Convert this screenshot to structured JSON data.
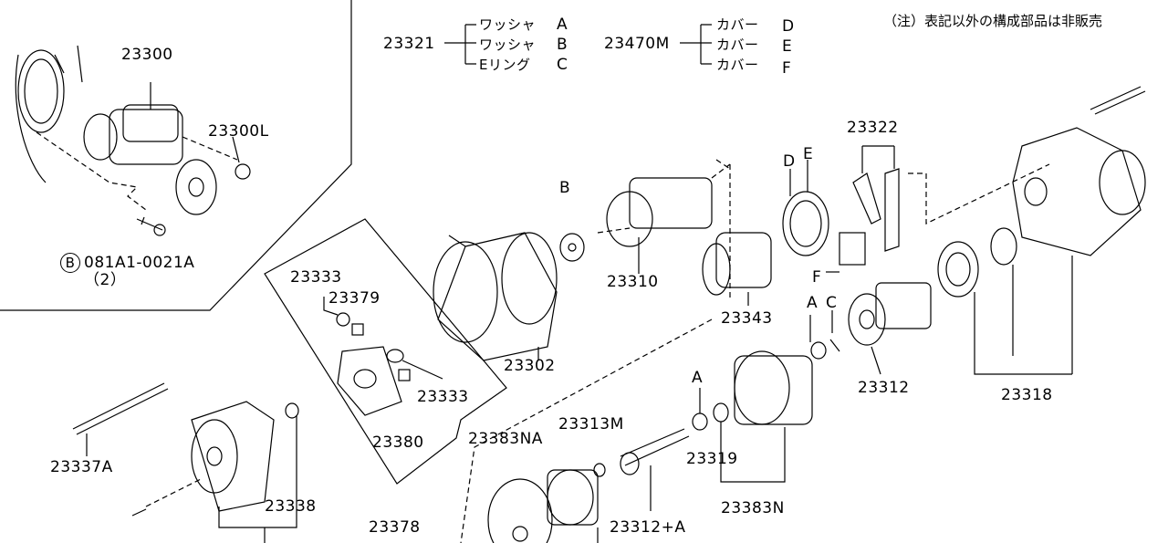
{
  "note": "（注）表記以外の構成部品は非販売",
  "legend_23321": {
    "part": "23321",
    "items": [
      {
        "name": "ワッシャ",
        "key": "A"
      },
      {
        "name": "ワッシャ",
        "key": "B"
      },
      {
        "name": "Eリング",
        "key": "C"
      }
    ]
  },
  "legend_23470M": {
    "part": "23470M",
    "items": [
      {
        "name": "カバー",
        "key": "D"
      },
      {
        "name": "カバー",
        "key": "E"
      },
      {
        "name": "カバー",
        "key": "F"
      }
    ]
  },
  "inset": {
    "p23300": "23300",
    "p23300L": "23300L",
    "bolt_mark": "B",
    "bolt": "081A1-0021A",
    "bolt_qty": "（2）"
  },
  "parts": {
    "p23333a": "23333",
    "p23379": "23379",
    "p23333b": "23333",
    "p23380": "23380",
    "p23378": "23378",
    "p23337A": "23337A",
    "p23338": "23338",
    "p23302": "23302",
    "keyB": "B",
    "p23310": "23310",
    "p23343": "23343",
    "keyD": "D",
    "keyE": "E",
    "p23322": "23322",
    "keyF": "F",
    "keyA1": "A",
    "keyC": "C",
    "p23312": "23312",
    "p23318": "23318",
    "p23383NA": "23383NA",
    "p23313M": "23313M",
    "keyA2": "A",
    "p23319": "23319",
    "p23383N": "23383N",
    "p23312A": "23312+A"
  }
}
